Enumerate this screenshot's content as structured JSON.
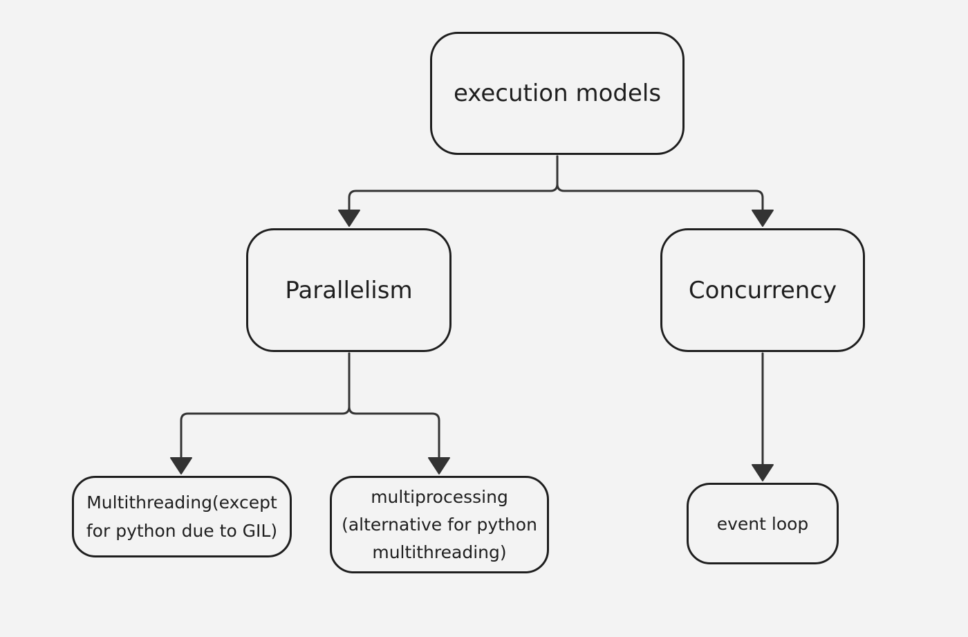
{
  "diagram": {
    "type": "tree",
    "nodes": {
      "root": {
        "label": "execution models"
      },
      "parallelism": {
        "label": "Parallelism"
      },
      "concurrency": {
        "label": "Concurrency"
      },
      "multithreading": {
        "label": "Multithreading(except for python due to GIL)"
      },
      "multiprocessing": {
        "label": "multiprocessing (alternative for python multithreading)"
      },
      "event_loop": {
        "label": "event loop"
      }
    },
    "edges": [
      {
        "from": "root",
        "to": "parallelism"
      },
      {
        "from": "root",
        "to": "concurrency"
      },
      {
        "from": "parallelism",
        "to": "multithreading"
      },
      {
        "from": "parallelism",
        "to": "multiprocessing"
      },
      {
        "from": "concurrency",
        "to": "event_loop"
      }
    ],
    "colors": {
      "background": "#f3f3f3",
      "node_border": "#1e1e1e",
      "connector": "#333333",
      "text": "#1e1e1e"
    }
  }
}
